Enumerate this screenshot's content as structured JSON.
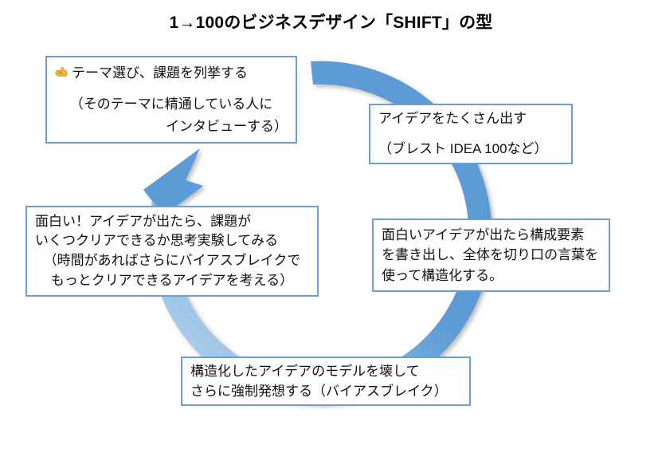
{
  "page": {
    "title": "1→100のビジネスデザイン「SHIFT」の型",
    "background_color": "#ffffff"
  },
  "colors": {
    "arrow_blue": "#5B9BD5",
    "arrow_blue_light": "#AFCDEA",
    "box_border": "#6A9FD4",
    "box_fill": "#ffffff",
    "text": "#101010",
    "emoji_orange": "#E8A33D"
  },
  "diagram": {
    "type": "cycle",
    "shape": "circular-arrow",
    "direction": "clockwise-ending-top-left",
    "arrowhead_position": "top-left",
    "steps": [
      {
        "id": "theme",
        "position": "top-left",
        "icon": "pointing-hand-emoji",
        "lines": [
          "テーマ選び、課題を列挙する",
          "（そのテーマに精通している人に",
          "インタビューする）"
        ]
      },
      {
        "id": "ideas",
        "position": "top-right",
        "lines": [
          "アイデアをたくさん出す",
          "（ブレスト IDEA 100など）"
        ]
      },
      {
        "id": "structure",
        "position": "right",
        "lines": [
          "面白いアイデアが出たら構成要素",
          "を書き出し、全体を切り口の言葉を",
          "使って構造化する。"
        ]
      },
      {
        "id": "break",
        "position": "bottom",
        "lines": [
          "構造化したアイデアのモデルを壊して",
          "さらに強制発想する（バイアスブレイク）"
        ]
      },
      {
        "id": "test",
        "position": "left",
        "lines": [
          "面白い！アイデアが出たら、課題が",
          "いくつクリアできるか思考実験してみる",
          "（時間があればさらにバイアスブレイクで",
          "もっとクリアできるアイデアを考える）"
        ]
      }
    ]
  }
}
